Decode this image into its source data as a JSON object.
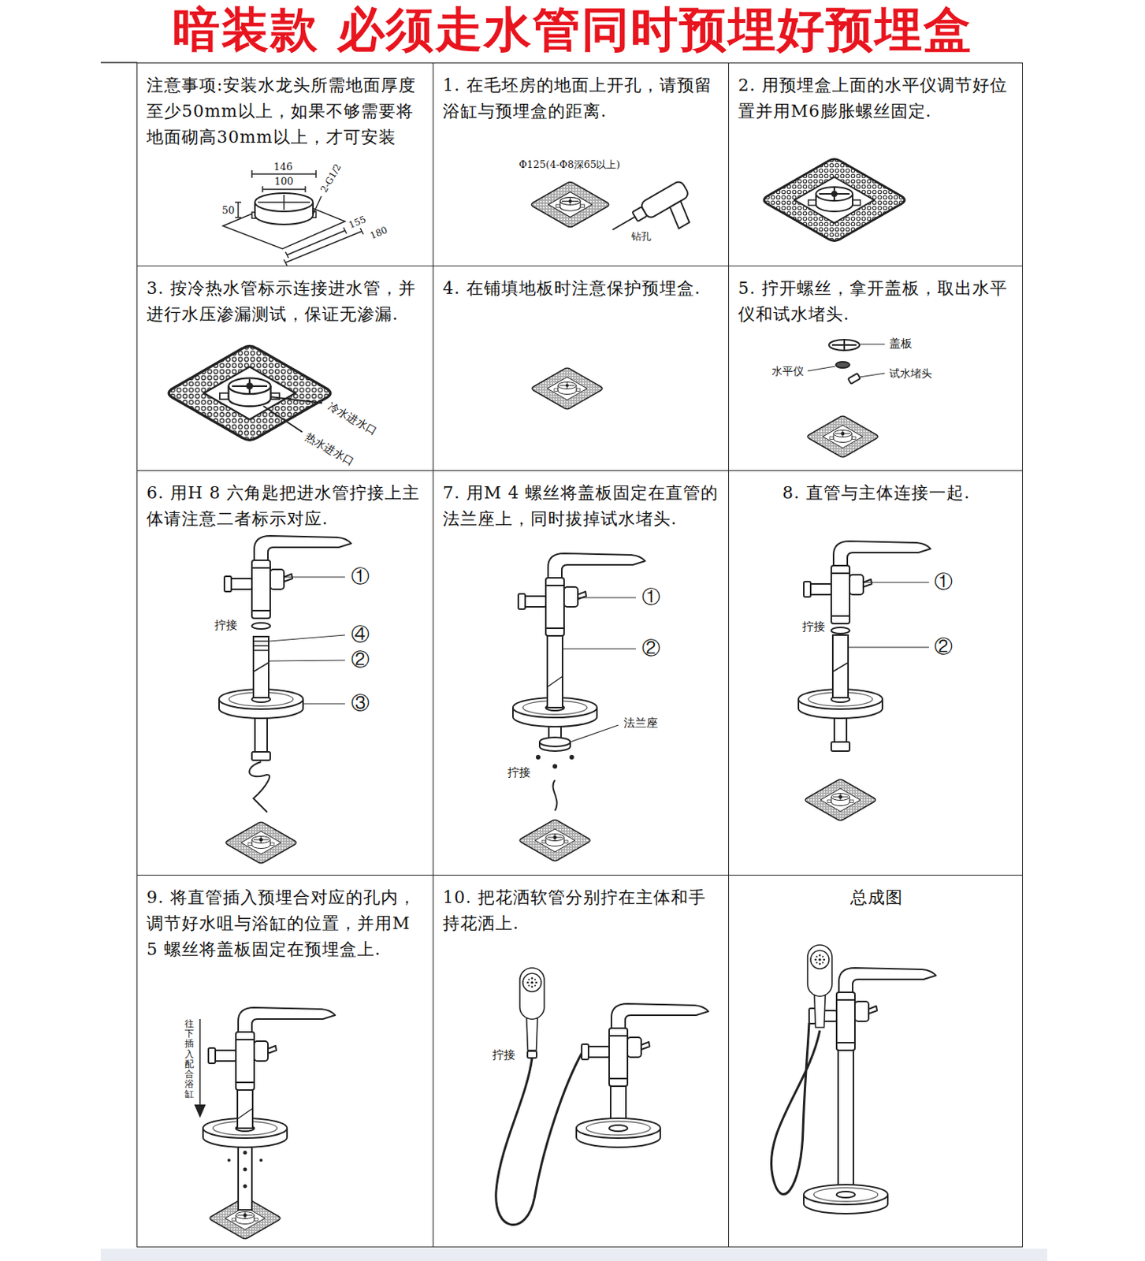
{
  "diagram": {
    "title": "暗装款 必须走水管同时预埋好预埋盒",
    "nodes": [
      {
        "text": [
          "注意事项:安装水龙头所需地面厚度至少50mm以上，如果不够需要将地面砌高30mm以上，才可安装"
        ]
      },
      {
        "text": [
          "1. 在毛坯房的地面上开孔，请预留浴缸与预埋盒的距离."
        ]
      },
      {
        "text": [
          "2. 用预埋盒上面的水平仪调节好位置并用M6膨胀螺丝固定."
        ]
      },
      {
        "text": [
          "3. 按冷热水管标示连接进水管，并进行水压渗漏测试，保证无渗漏."
        ]
      },
      {
        "text": [
          "4. 在铺填地板时注意保护预埋盒."
        ]
      },
      {
        "text": [
          "5. 拧开螺丝，拿开盖板，取出水平仪和试水堵头."
        ]
      },
      {
        "text": [
          "6. 用H 8 六角匙把进水管拧接上主体请注意二者标示对应."
        ]
      },
      {
        "text": [
          "7. 用M 4 螺丝将盖板固定在直管的法兰座上，同时拔掉试水堵头."
        ]
      },
      {
        "text": [
          "8. 直管与主体连接一起."
        ]
      },
      {
        "text": [
          "9. 将直管插入预埋合对应的孔内，调节好水咀与浴缸的位置，并用M 5 螺丝将盖板固定在预埋盒上."
        ]
      },
      {
        "text": [
          "10. 把花洒软管分别拧在主体和手持花洒上."
        ]
      },
      {
        "text": [
          "总成图"
        ]
      }
    ],
    "labels": [
      "146",
      "100",
      "50",
      "2-G1/2",
      "155",
      "180",
      "Φ125(4-Φ8深65以上)",
      "钻孔",
      "冷水进水口",
      "热水进水口",
      "盖板",
      "水平仪",
      "试水堵头",
      "①",
      "拧接",
      "④",
      "②",
      "③",
      "①",
      "②",
      "法兰座",
      "拧接",
      "①",
      "拧接",
      "②",
      "往下插入配合浴缸",
      "拧接"
    ]
  }
}
